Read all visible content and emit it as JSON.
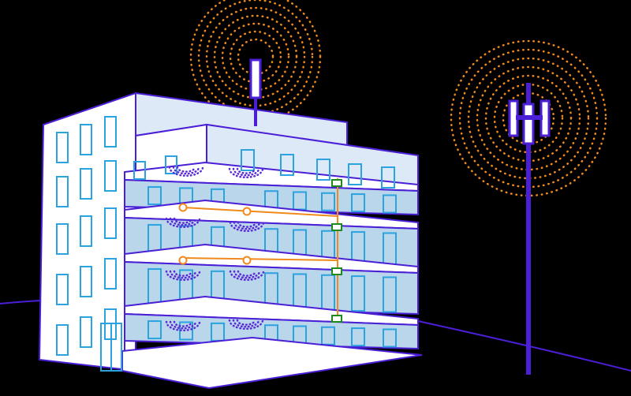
{
  "colors": {
    "background": "#000000",
    "outline": "#4a1fd6",
    "wall_white": "#ffffff",
    "wall_light": "#dde9f7",
    "floor_fill": "#b9d6ea",
    "window_stroke": "#2aa3e0",
    "signal_orange": "#f08a1c",
    "signal_purple": "#5b2ad6",
    "repeater_green": "#1e8a1e"
  },
  "icons": {
    "roof_antenna": "donor-antenna-icon",
    "cell_tower": "cell-tower-icon",
    "indoor_antenna": "indoor-antenna-icon",
    "repeater": "repeater-box-icon"
  },
  "diagram": {
    "floors_cutaway": 4,
    "indoor_antennas_per_floor": 2,
    "roof_signal_rings": 7,
    "tower_signal_rings": 7
  }
}
